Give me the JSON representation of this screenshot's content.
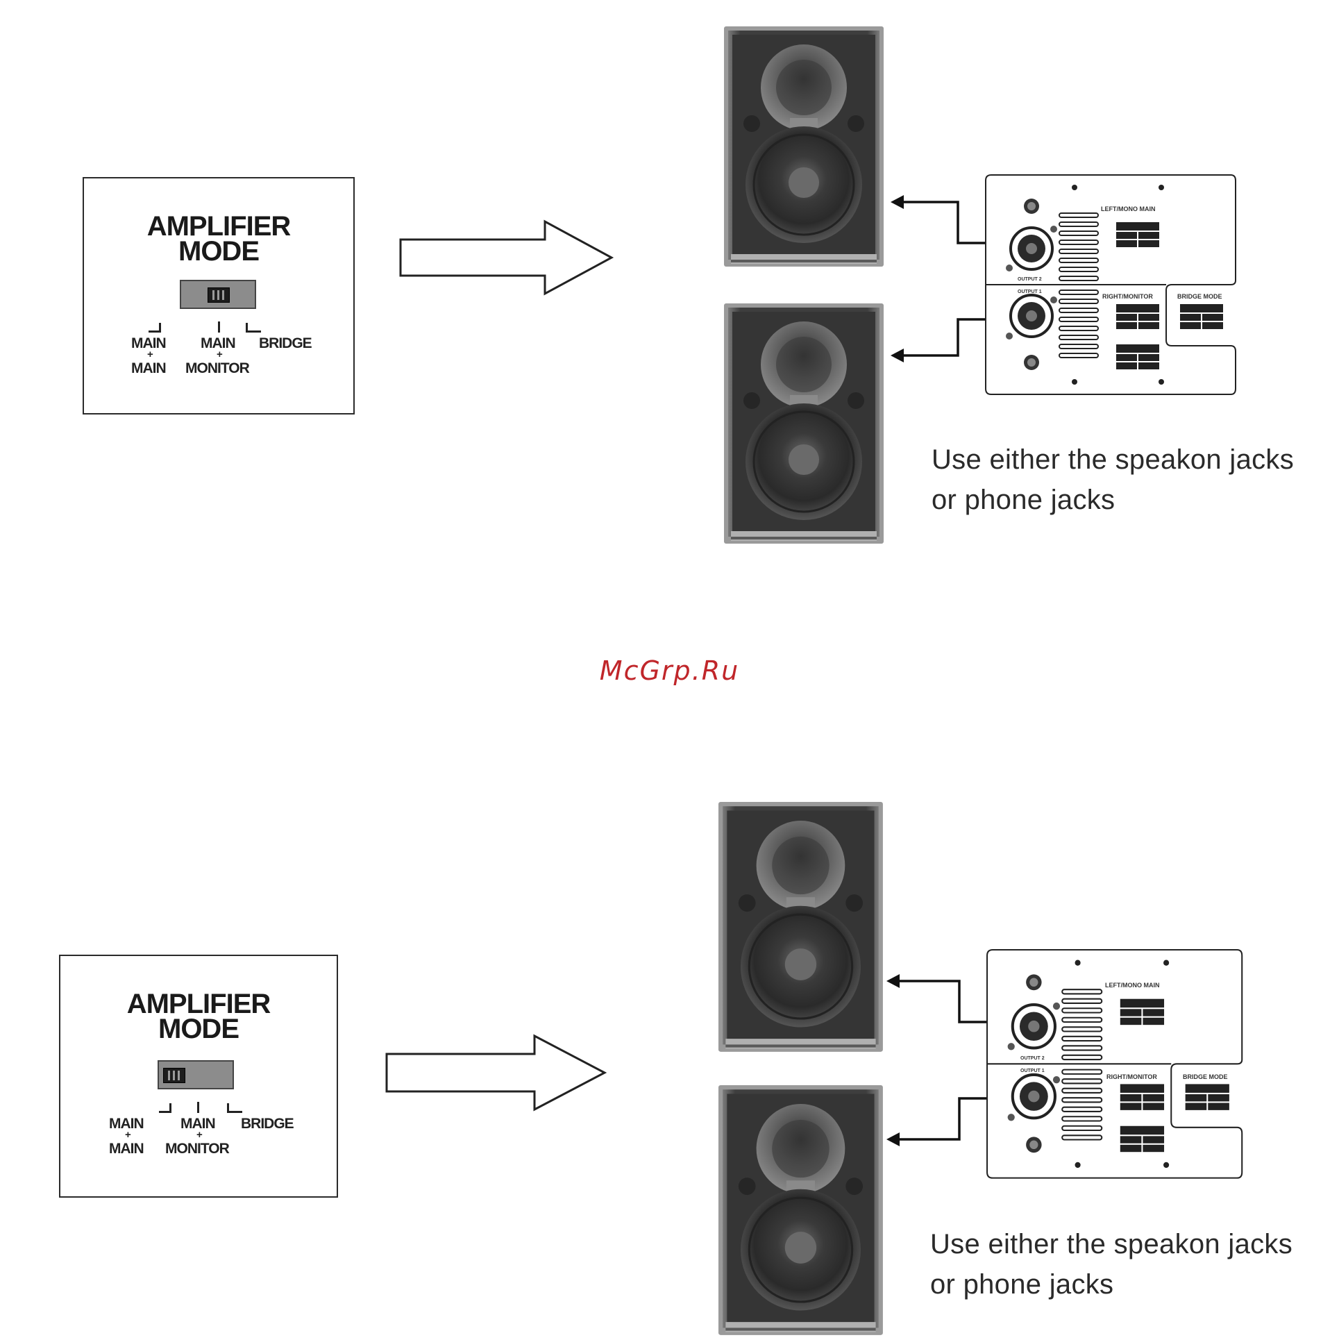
{
  "diagrams": [
    {
      "mode_title_line1": "AMPLIFIER",
      "mode_title_line2": "MODE",
      "switch_position": "MAIN + MONITOR",
      "positions": {
        "main_main_top": "MAIN",
        "main_main_bottom": "MAIN",
        "main_monitor_top": "MAIN",
        "main_monitor_bottom": "MONITOR",
        "bridge": "BRIDGE",
        "plus": "+"
      },
      "caption_line1": "Use either the speakon jacks",
      "caption_line2": "or phone jacks",
      "rear_panel": {
        "left_label": "LEFT/MONO MAIN",
        "right_label": "RIGHT/MONITOR",
        "bridge_label": "BRIDGE MODE",
        "output2_label": "OUTPUT 2",
        "output1_label": "OUTPUT 1"
      }
    },
    {
      "mode_title_line1": "AMPLIFIER",
      "mode_title_line2": "MODE",
      "switch_position": "MAIN + MAIN",
      "positions": {
        "main_main_top": "MAIN",
        "main_main_bottom": "MAIN",
        "main_monitor_top": "MAIN",
        "main_monitor_bottom": "MONITOR",
        "bridge": "BRIDGE",
        "plus": "+"
      },
      "caption_line1": "Use either the speakon jacks",
      "caption_line2": "or phone jacks",
      "rear_panel": {
        "left_label": "LEFT/MONO MAIN",
        "right_label": "RIGHT/MONITOR",
        "bridge_label": "BRIDGE MODE",
        "output2_label": "OUTPUT 2",
        "output1_label": "OUTPUT 1"
      }
    }
  ],
  "watermark": "McGrp.Ru",
  "colors": {
    "watermark": "#c0262a",
    "speaker_cabinet": "#3c3c3c",
    "switch_body": "#8c8c8c"
  }
}
